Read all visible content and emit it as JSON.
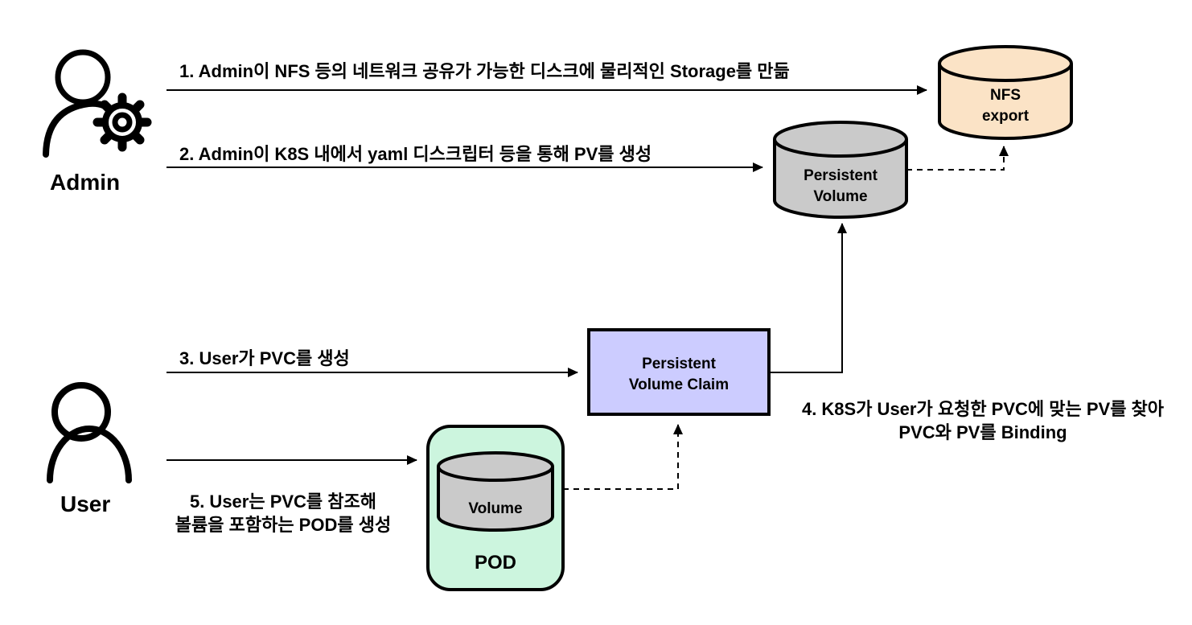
{
  "title": "Kubernetes PV / PVC provisioning flow diagram",
  "actors": {
    "admin": {
      "label": "Admin"
    },
    "user": {
      "label": "User"
    }
  },
  "nodes": {
    "nfs_export": {
      "label_line1": "NFS",
      "label_line2": "export",
      "fill": "#FBE3C6"
    },
    "persistent_volume": {
      "label_line1": "Persistent",
      "label_line2": "Volume",
      "fill": "#CACACA"
    },
    "persistent_volume_claim": {
      "label_line1": "Persistent",
      "label_line2": "Volume Claim",
      "fill": "#CCCCFF"
    },
    "pod": {
      "label": "POD",
      "fill": "#CCF5DE"
    },
    "volume": {
      "label": "Volume",
      "fill": "#CACACA"
    }
  },
  "steps": {
    "step1": {
      "text": "1. Admin이 NFS 등의 네트워크 공유가 가능한 디스크에 물리적인 Storage를 만듦"
    },
    "step2": {
      "text": "2. Admin이 K8S 내에서 yaml 디스크립터 등을 통해 PV를 생성"
    },
    "step3": {
      "text": "3. User가 PVC를 생성"
    },
    "step4": {
      "line1": "4. K8S가 User가 요청한 PVC에 맞는 PV를 찾아",
      "line2": "PVC와 PV를 Binding"
    },
    "step5": {
      "line1": "5. User는 PVC를 참조해",
      "line2": "볼륨을 포함하는 POD를 생성"
    }
  },
  "colors": {
    "line": "#000000",
    "background": "#ffffff"
  }
}
